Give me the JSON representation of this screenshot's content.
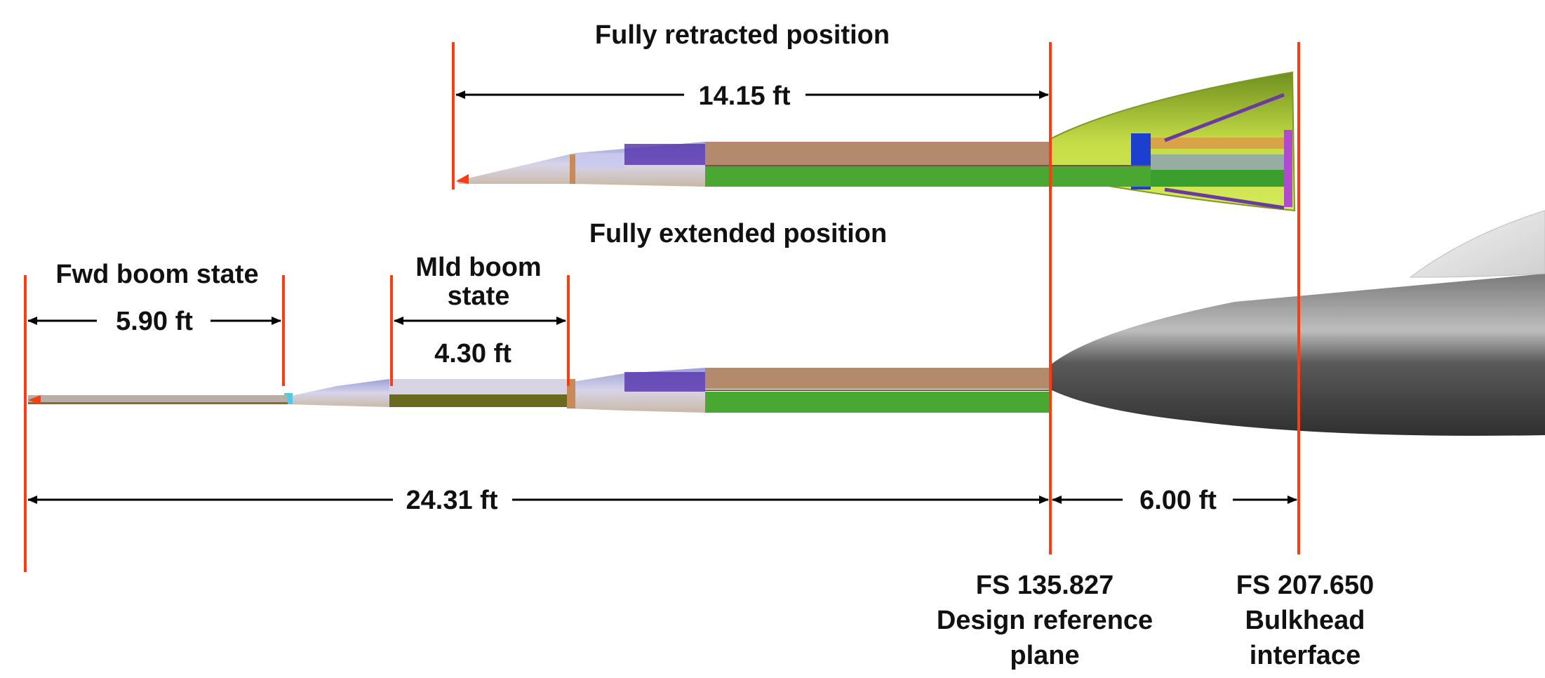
{
  "titles": {
    "retracted": "Fully retracted position",
    "extended": "Fully extended position"
  },
  "dimensions": {
    "retracted_length": "14.15 ft",
    "fwd_boom": "5.90 ft",
    "mid_boom": "4.30 ft",
    "overall_length": "24.31 ft",
    "bulkhead_offset": "6.00 ft"
  },
  "labels": {
    "fwd_boom_state": "Fwd boom state",
    "mid_boom_state_line1": "Mld boom",
    "mid_boom_state_line2": "state",
    "fs_design_line1": "FS 135.827",
    "fs_design_line2": "Design reference",
    "fs_design_line3": "plane",
    "fs_bulkhead_line1": "FS 207.650",
    "fs_bulkhead_line2": "Bulkhead",
    "fs_bulkhead_line3": "interface"
  },
  "colors": {
    "reference_line": "#ff3b10",
    "arrow": "#000000",
    "boom_tan": "#b48a6c",
    "boom_green": "#4aa832",
    "boom_purple": "#5a3ab0",
    "boom_grey": "#b8aea8",
    "fuselage_dark": "#4a4a4a",
    "fairing_yellow_green": "#b5d43a"
  }
}
